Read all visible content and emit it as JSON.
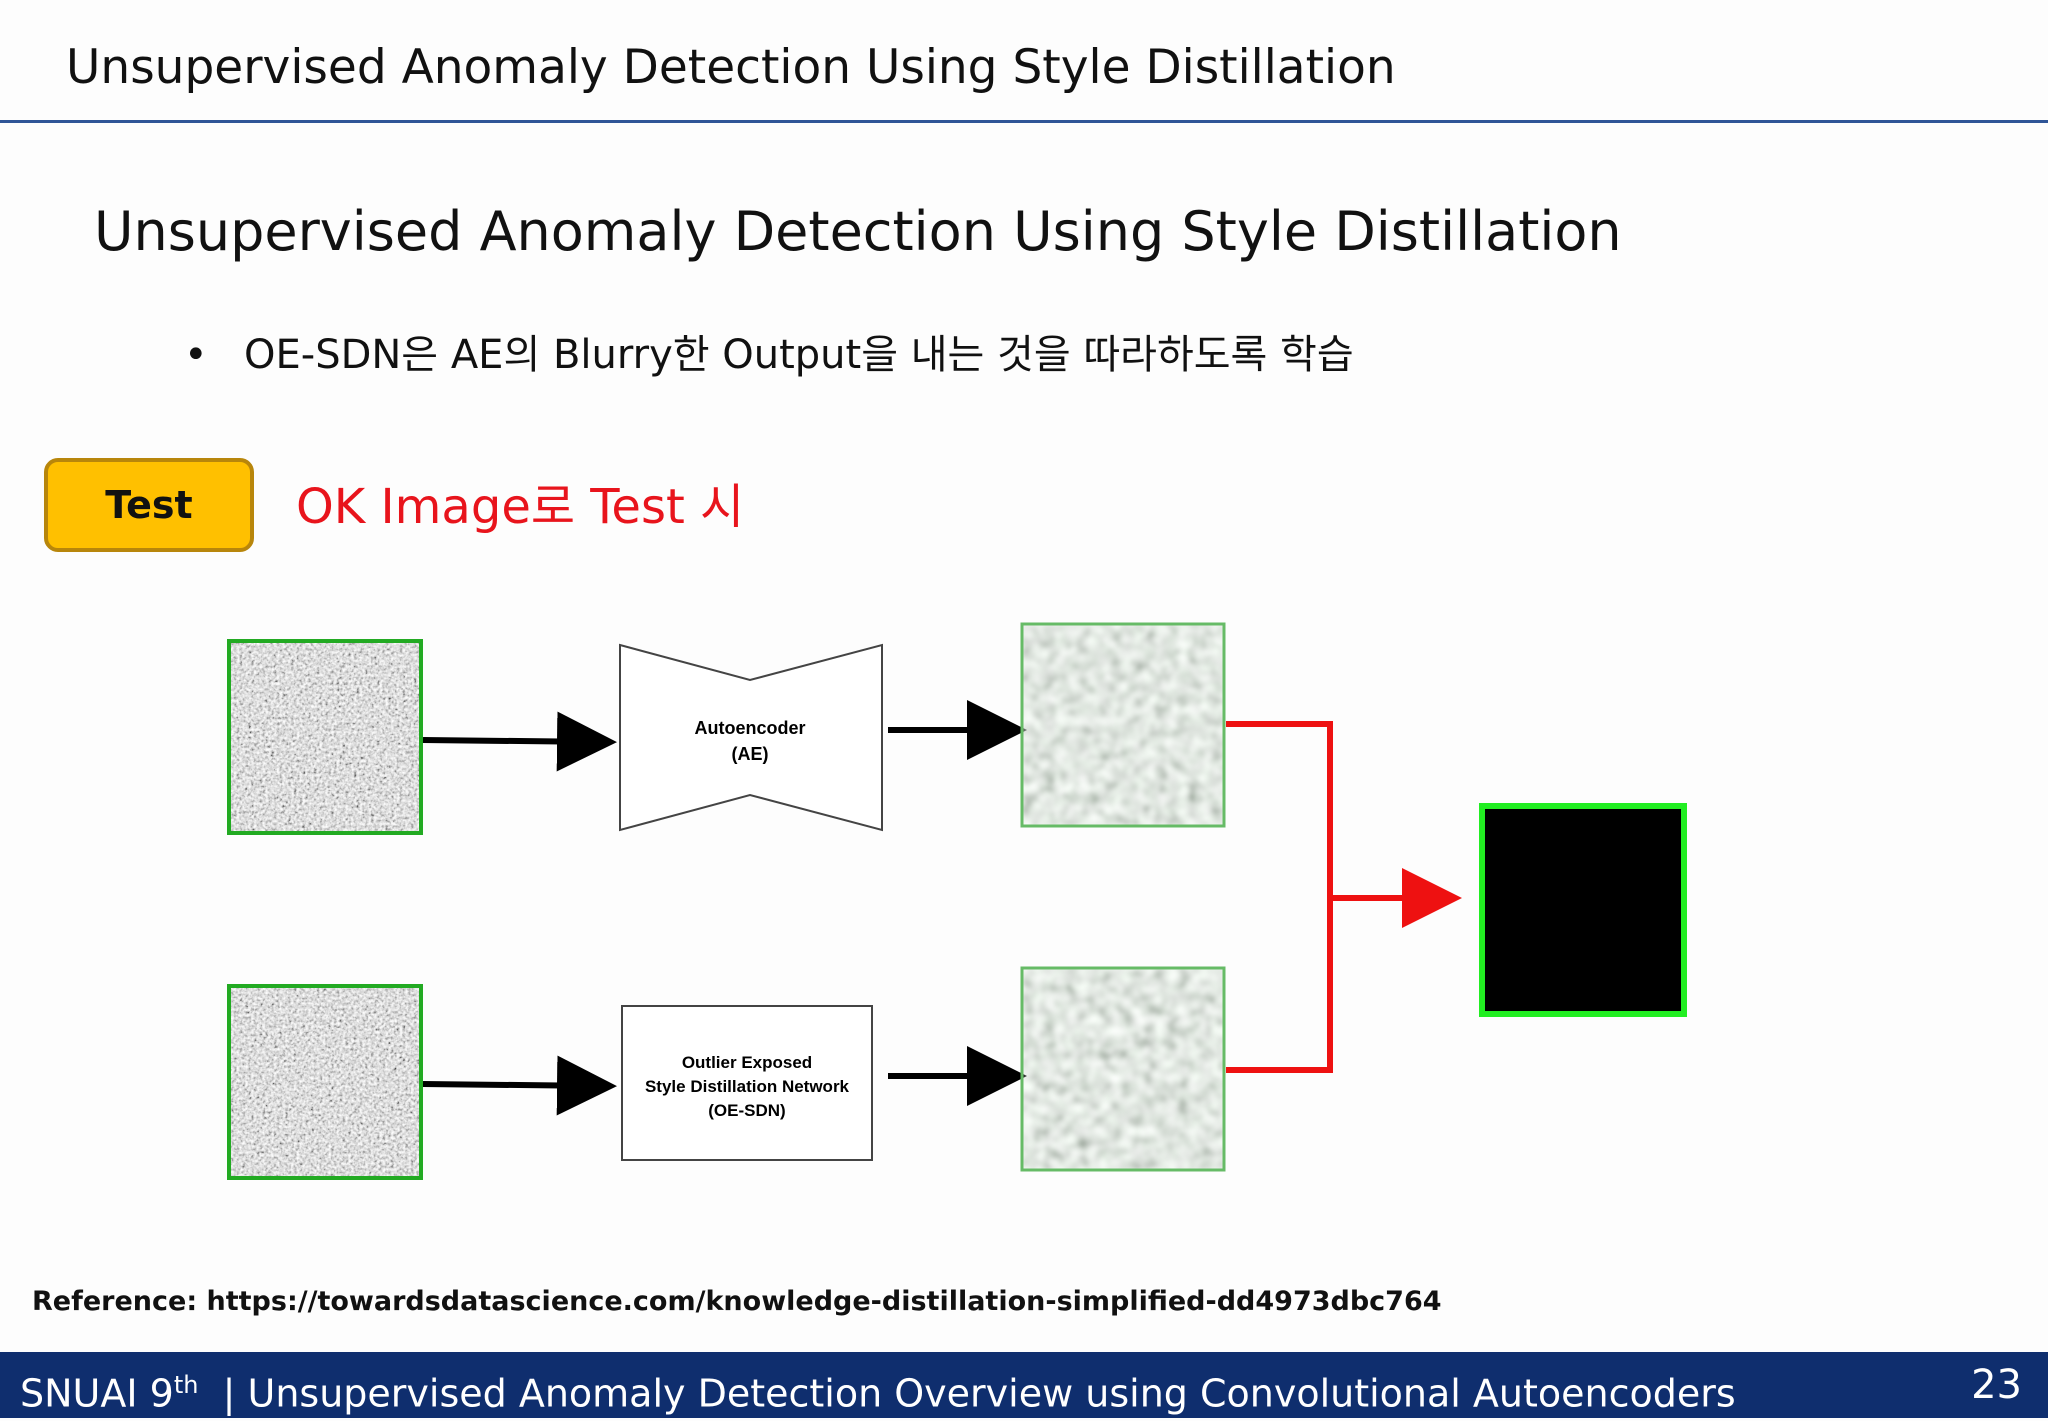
{
  "header": {
    "title": "Unsupervised Anomaly Detection Using Style Distillation"
  },
  "slide": {
    "title": "Unsupervised Anomaly Detection Using Style Distillation",
    "bullet": "OE-SDN은 AE의 Blurry한 Output을 내는 것을 따라하도록 학습"
  },
  "badge": {
    "label": "Test"
  },
  "caption": "OK Image로 Test 시",
  "diagram": {
    "ae_box": {
      "line1": "Autoencoder",
      "line2": "(AE)"
    },
    "sdn_box": {
      "line1": "Outlier Exposed",
      "line2": "Style Distillation Network",
      "line3": "(OE-SDN)"
    },
    "colors": {
      "input_border": "#22aa22",
      "result_border": "#22ee22",
      "red_connector": "#ee1111",
      "arrow": "#000000"
    }
  },
  "reference": "Reference: https://towardsdatascience.com/knowledge-distillation-simplified-dd4973dbc764",
  "footer": {
    "org": "SNUAI 9",
    "org_sup": "th",
    "subtitle": "| Unsupervised Anomaly Detection Overview using Convolutional Autoencoders",
    "page": "23"
  }
}
